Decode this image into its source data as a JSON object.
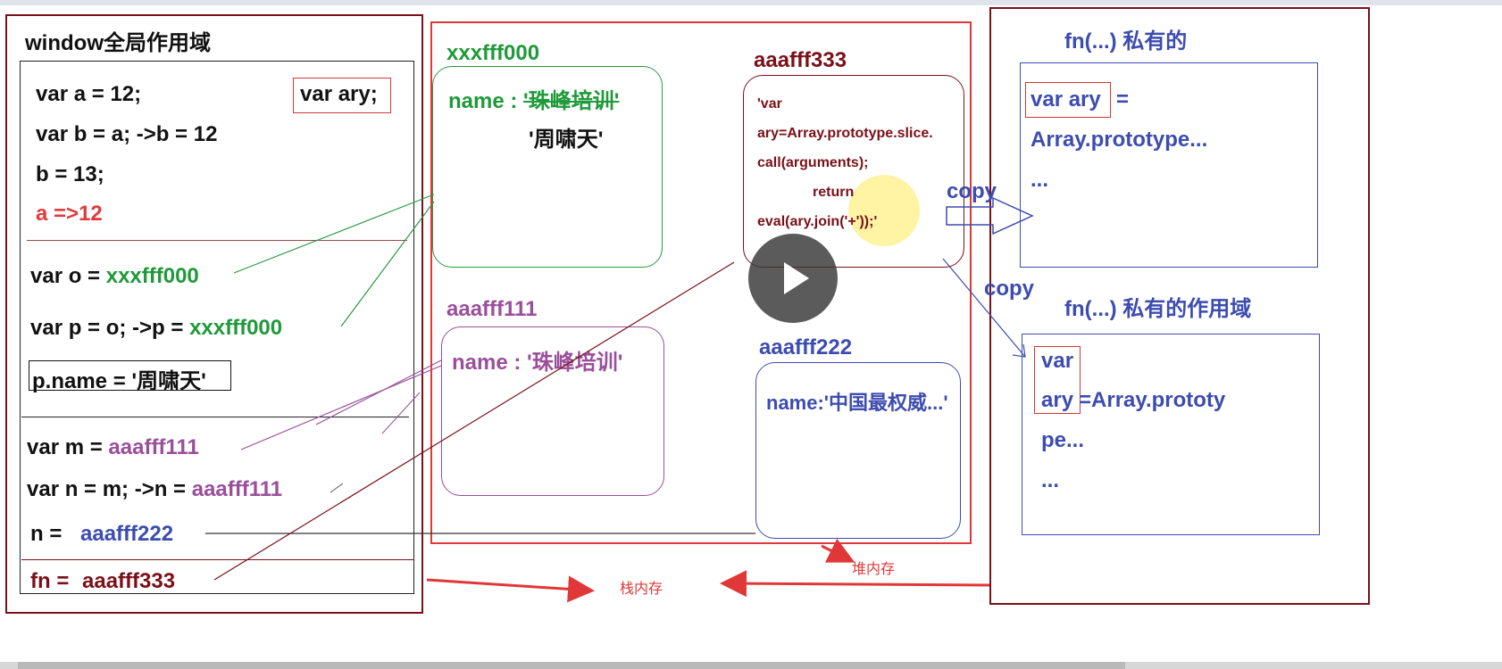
{
  "window_scope": {
    "title": "window全局作用域",
    "decl_ary": "var ary;",
    "lines": {
      "a": "var a = 12;",
      "b": "var b = a;  ->b = 12",
      "b13": "b = 13;",
      "a12": "a =>12",
      "o_prefix": "var o = ",
      "o_addr": "xxxfff000",
      "p_prefix": "var p = o;  ->p = ",
      "p_addr": "xxxfff000",
      "pname": "p.name = '周啸天'",
      "m_prefix": "var m = ",
      "m_addr": "aaafff111",
      "n1_prefix": "var n = m; ->n = ",
      "n1_addr": "aaafff111",
      "n2_prefix": "n = ",
      "n2_addr": "aaafff222",
      "fn_prefix": "fn = ",
      "fn_addr": "aaafff333"
    }
  },
  "heap": {
    "obj1": {
      "addr": "xxxfff000",
      "label": "name : ",
      "old_value": "'珠峰培训'",
      "new_value": "'周啸天'"
    },
    "obj2": {
      "addr": "aaafff111",
      "text": "name : '珠峰培训'"
    },
    "obj3": {
      "addr": "aaafff222",
      "text": "name:'中国最权威...'"
    },
    "fn": {
      "addr": "aaafff333",
      "code": [
        "'var",
        "ary=Array.prototype.slice.",
        "call(arguments);",
        "return",
        "eval(ary.join('+'));'"
      ]
    },
    "label": "堆内存"
  },
  "stack_label": "栈内存",
  "copy_labels": [
    "copy",
    "copy"
  ],
  "private1": {
    "title": "fn(...)  私有的",
    "decl": "var ary",
    "eq": "=",
    "lines": [
      "Array.prototype...",
      "..."
    ]
  },
  "private2": {
    "title": "fn(...) 私有的作用域",
    "decl_lines": [
      "var",
      "ary"
    ],
    "rest": "=Array.prototy",
    "lines": [
      "pe...",
      "..."
    ]
  },
  "colors": {
    "green": "#1f9a3a",
    "purple": "#9a4f9a",
    "blue": "#3c4cb0",
    "darkred": "#7a1018",
    "red": "#e03c3c"
  },
  "icons": [
    "play-icon"
  ]
}
